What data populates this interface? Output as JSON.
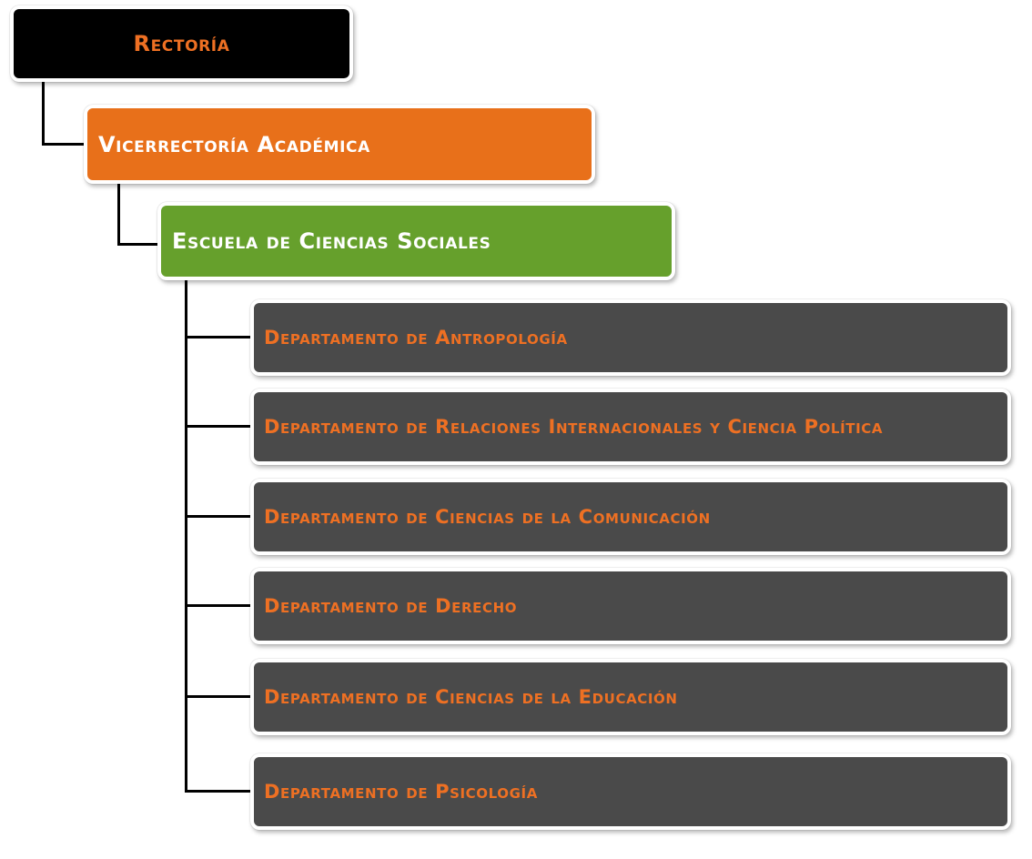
{
  "colors": {
    "rectoria_fill": "#000000",
    "rectoria_text": "#ee7023",
    "vicerrectoria_fill": "#e8701a",
    "vicerrectoria_text": "#ffffff",
    "escuela_fill": "#66a02c",
    "escuela_text": "#ffffff",
    "department_fill": "#4a4a4a",
    "department_text": "#ee7023",
    "connector": "#000000"
  },
  "diagram": {
    "root": {
      "label": "Rectoría"
    },
    "level2": {
      "label": "Vicerrectoría Académica"
    },
    "level3": {
      "label": "Escuela de Ciencias Sociales"
    },
    "departments": [
      {
        "label": "Departamento de Antropología"
      },
      {
        "label": "Departamento de Relaciones Internacionales y Ciencia Política"
      },
      {
        "label": "Departamento de Ciencias de la Comunicación"
      },
      {
        "label": "Departamento de Derecho"
      },
      {
        "label": "Departamento de Ciencias de la Educación"
      },
      {
        "label": "Departamento de Psicología"
      }
    ]
  }
}
